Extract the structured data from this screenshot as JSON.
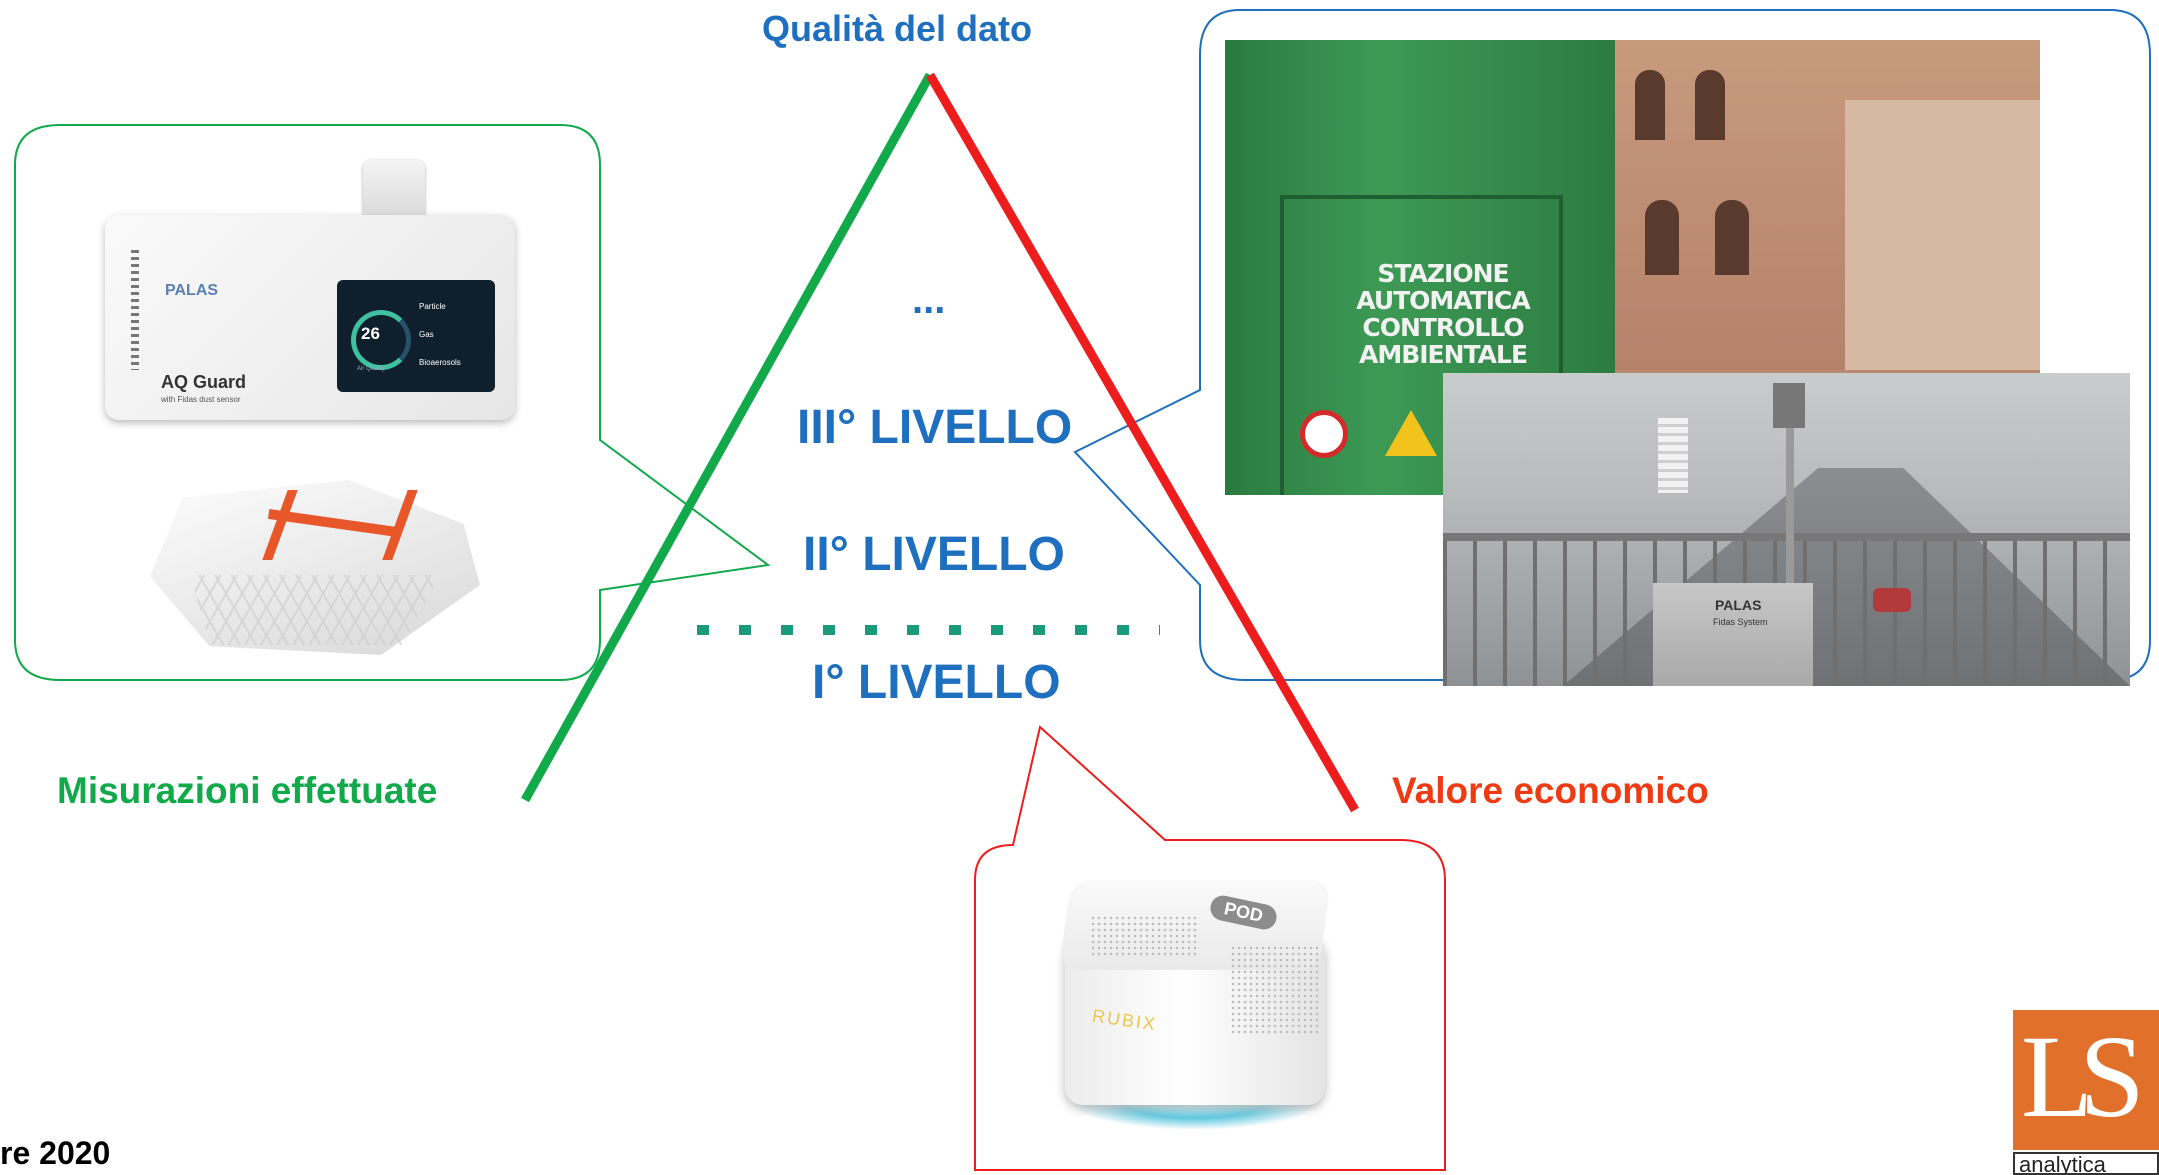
{
  "top_label": "Qualità del dato",
  "left_label": "Misurazioni effettuate",
  "right_label": "Valore economico",
  "levels": {
    "ellipsis": "...",
    "level3": "III° LIVELLO",
    "level2": "II° LIVELLO",
    "level1": "I° LIVELLO"
  },
  "photo_station": {
    "sign_line1": "STAZIONE",
    "sign_line2": "AUTOMATICA",
    "sign_line3": "CONTROLLO",
    "sign_line4": "AMBIENTALE"
  },
  "photo_highway": {
    "cabinet_brand": "PALAS",
    "cabinet_model": "Fidas System"
  },
  "device_aqguard": {
    "brand": "PALAS",
    "name": "AQ Guard",
    "subtitle": "with Fidas dust sensor",
    "screen_value": "26",
    "screen_caption": "Air Quality",
    "screen_section1": "Particle",
    "screen_section2": "Gas",
    "screen_section3": "Bioaerosols"
  },
  "device_pod": {
    "badge": "POD",
    "brand": "RUBIX"
  },
  "footer_text": "re 2020",
  "logo": {
    "text": "LS",
    "sub": "analytica"
  },
  "colors": {
    "green": "#12a94a",
    "red": "#ee1d1d",
    "blue_text": "#1f6fbf",
    "teal_dots": "#199a7a",
    "orange_logo": "#e0702a"
  }
}
